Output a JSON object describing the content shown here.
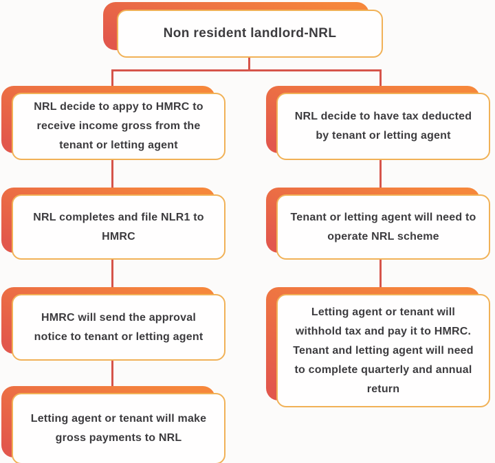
{
  "flowchart": {
    "title": {
      "label": "Non resident landlord-NRL"
    },
    "left_branch": {
      "steps": [
        {
          "label": "NRL decide to appy to HMRC to receive income gross from the tenant or letting agent"
        },
        {
          "label": "NRL completes and file NLR1 to HMRC"
        },
        {
          "label": "HMRC will send the approval notice to tenant or letting agent"
        },
        {
          "label": "Letting agent or tenant will make gross payments to NRL"
        }
      ]
    },
    "right_branch": {
      "steps": [
        {
          "label": "NRL decide to have tax deducted by tenant or letting agent"
        },
        {
          "label": "Tenant or letting agent will need to operate NRL scheme"
        },
        {
          "label": "Letting agent or tenant will withhold tax and pay it to HMRC. Tenant and letting agent will need to complete quarterly and annual return"
        }
      ]
    }
  },
  "theme": {
    "back_top": "#f6873b",
    "back_bottom": "#e2574c",
    "box_border": "#f1b156",
    "box_fill": "#fffefe",
    "connector": "#d6544a",
    "text": "#3c3b3e",
    "canvas": "#fcfbfa"
  }
}
